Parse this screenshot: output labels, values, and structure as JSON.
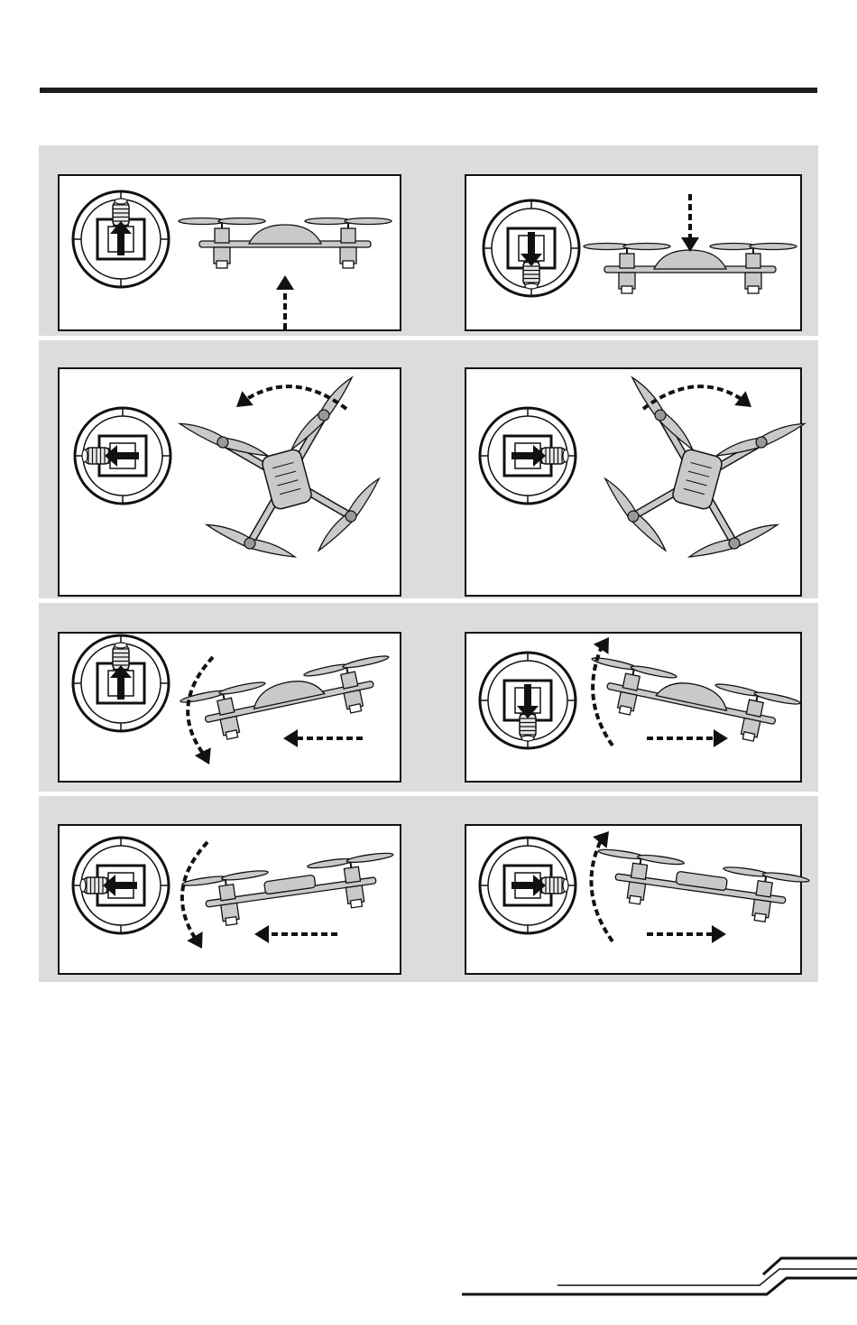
{
  "colors": {
    "band": "#dcdcdc",
    "ink": "#111111",
    "drone_fill": "#c9c9c9"
  },
  "panels": [
    {
      "id": "throttle-up",
      "stick": "up",
      "drone": "hover-side"
    },
    {
      "id": "throttle-down",
      "stick": "down",
      "drone": "hover-side"
    },
    {
      "id": "yaw-left",
      "stick": "left",
      "drone": "top-view"
    },
    {
      "id": "yaw-right",
      "stick": "right",
      "drone": "top-view"
    },
    {
      "id": "pitch-forward",
      "stick": "up",
      "drone": "tilt-forward"
    },
    {
      "id": "pitch-backward",
      "stick": "down",
      "drone": "tilt-backward"
    },
    {
      "id": "roll-left",
      "stick": "left",
      "drone": "roll-left"
    },
    {
      "id": "roll-right",
      "stick": "right",
      "drone": "roll-right"
    }
  ]
}
